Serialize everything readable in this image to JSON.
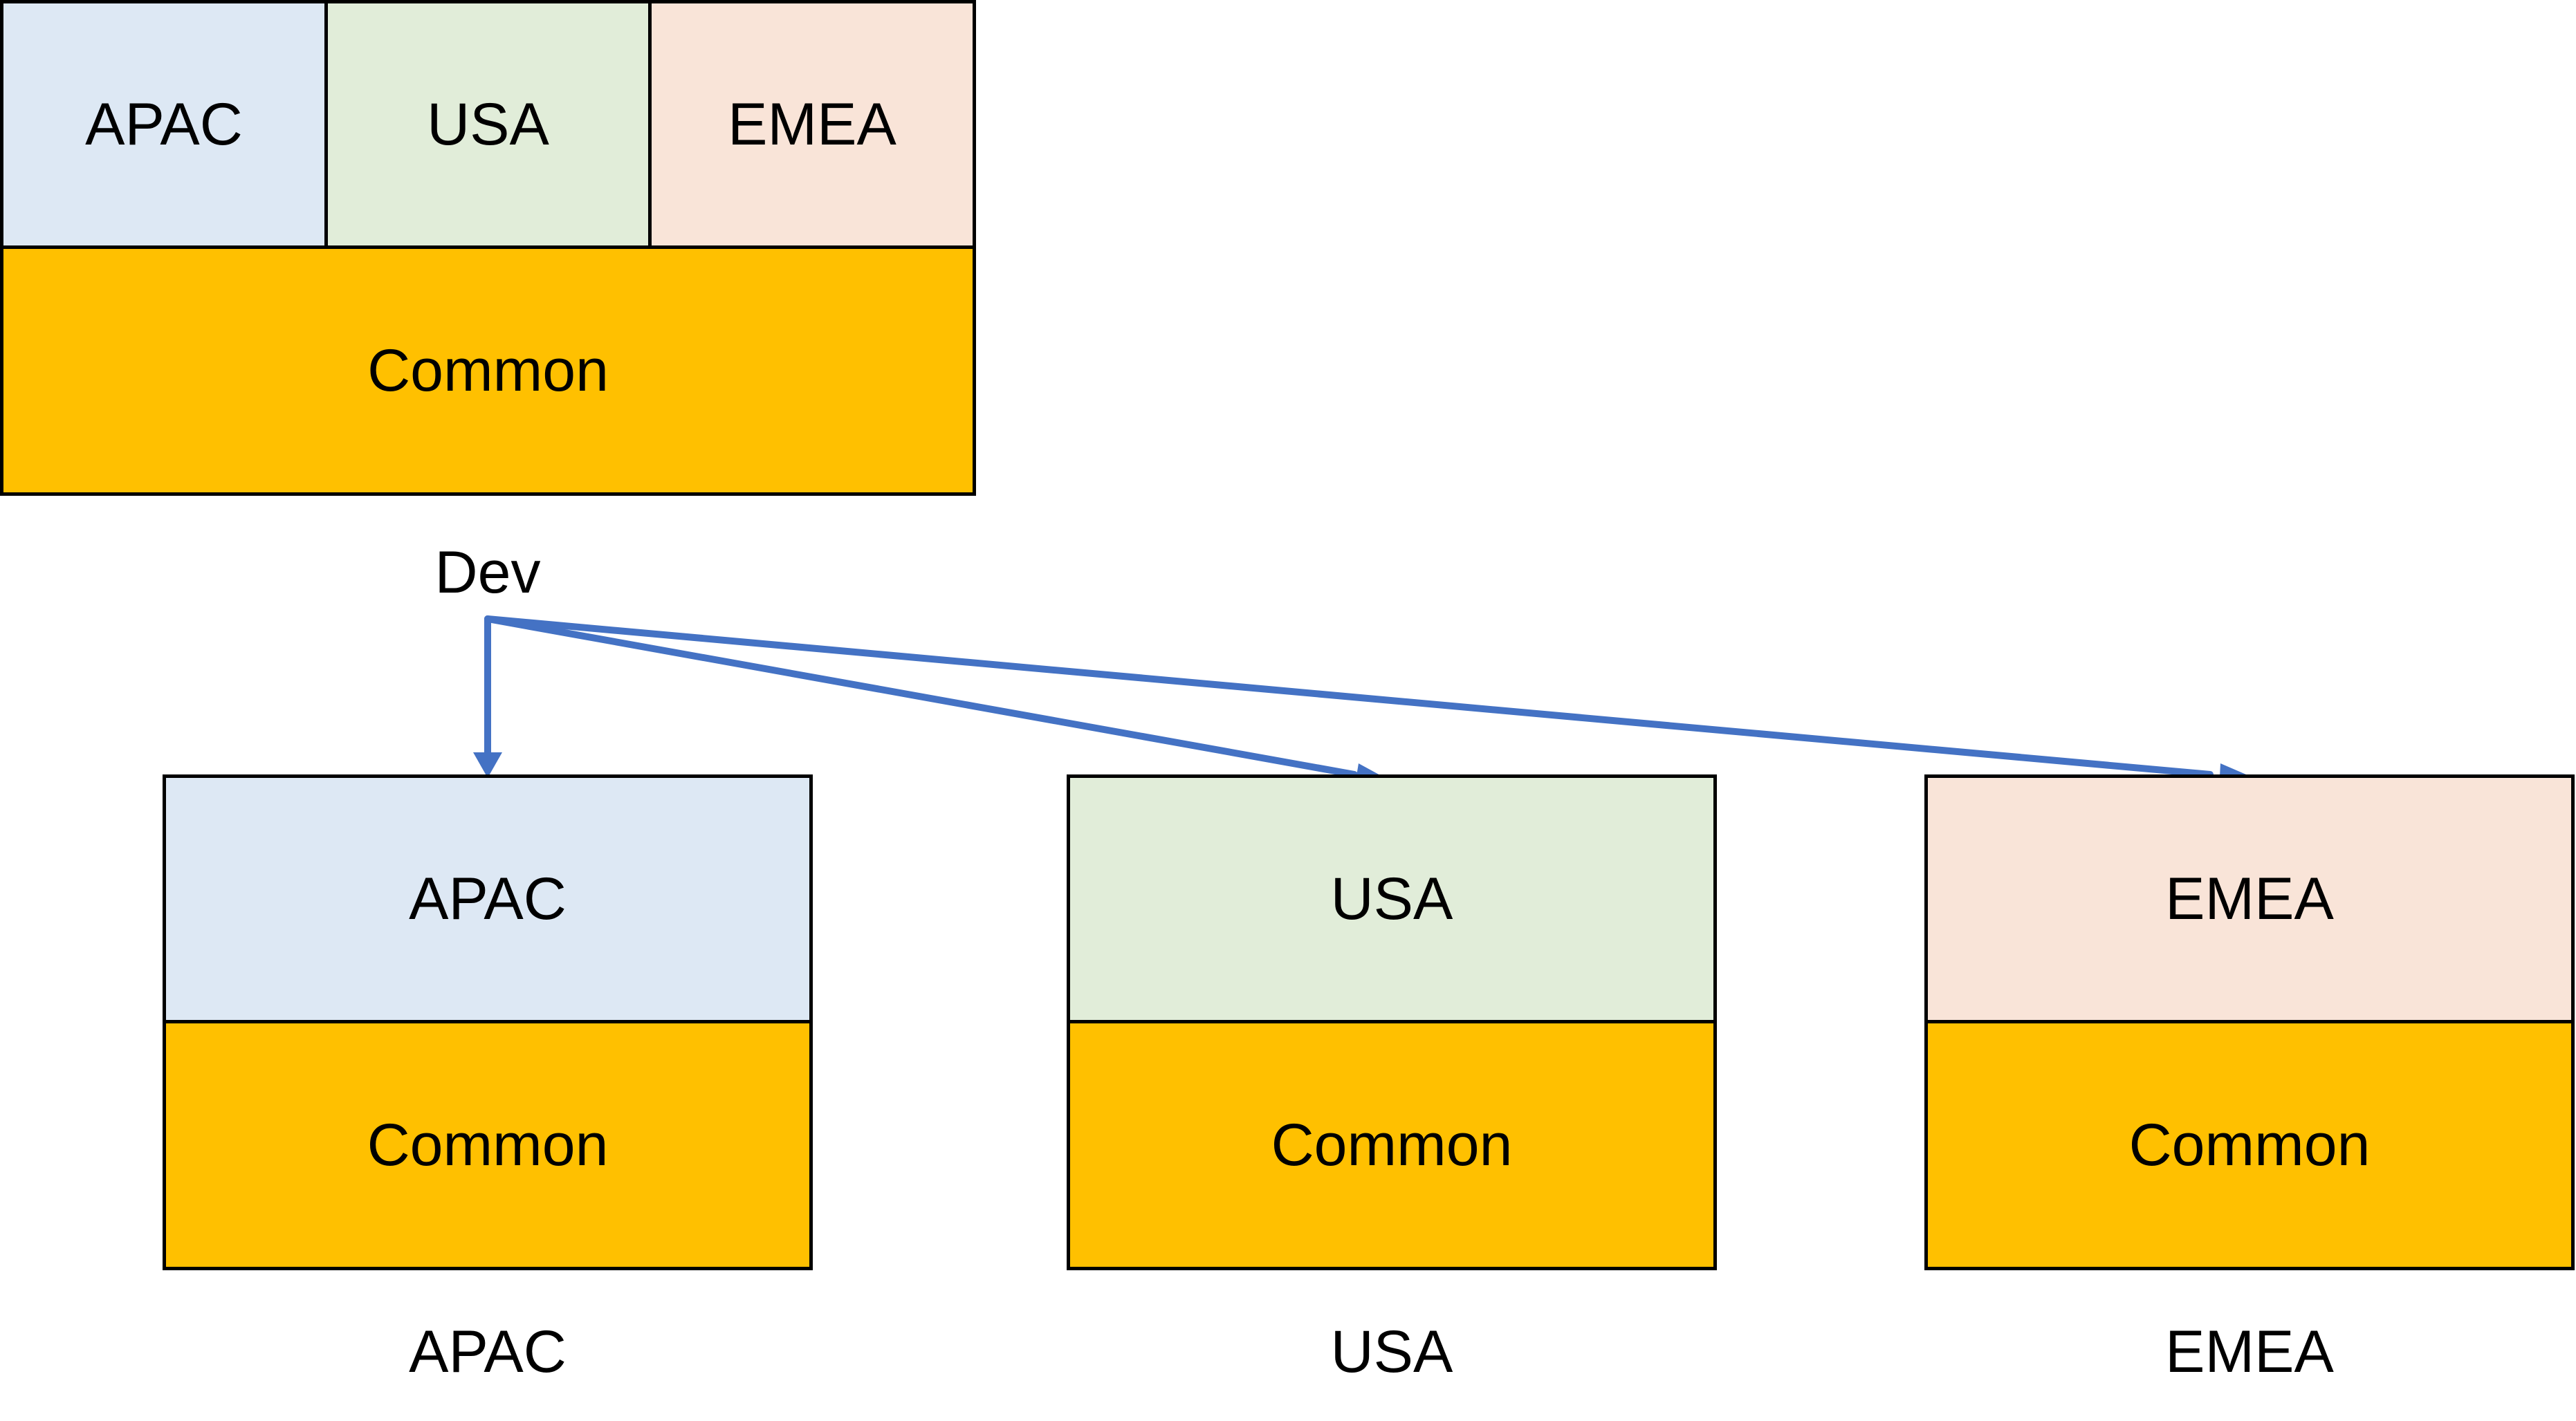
{
  "colors": {
    "apac_fill": "#dde8f4",
    "usa_fill": "#e1edd9",
    "emea_fill": "#f9e4d8",
    "common_fill": "#ffc000",
    "border": "#000000",
    "arrow": "#4472c4"
  },
  "dev": {
    "apac_label": "APAC",
    "usa_label": "USA",
    "emea_label": "EMEA",
    "common_label": "Common",
    "caption": "Dev"
  },
  "environments": [
    {
      "region_label": "APAC",
      "common_label": "Common",
      "caption": "APAC"
    },
    {
      "region_label": "USA",
      "common_label": "Common",
      "caption": "USA"
    },
    {
      "region_label": "EMEA",
      "common_label": "Common",
      "caption": "EMEA"
    }
  ]
}
